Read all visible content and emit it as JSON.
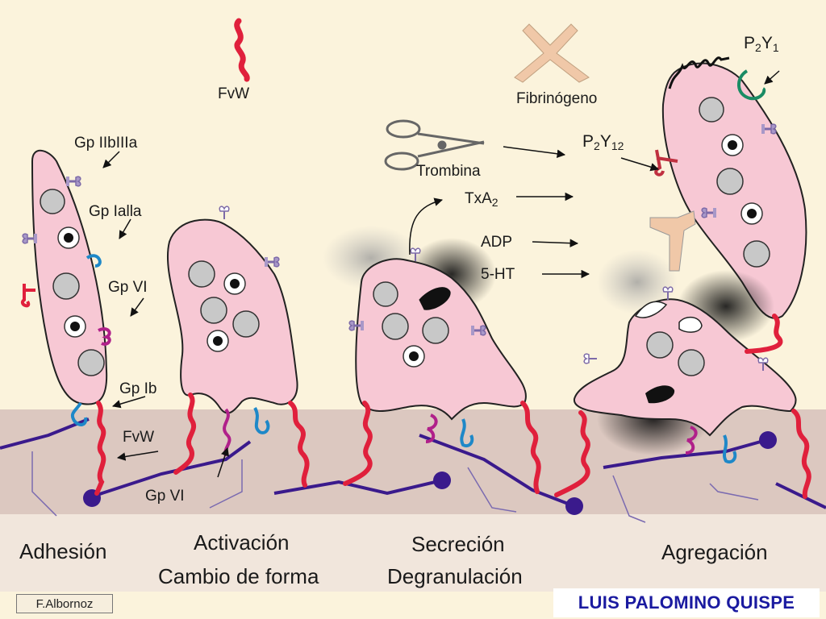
{
  "labels": {
    "gp_iibiiia": "Gp IIbIIIa",
    "gp_iaiia": "Gp Ialla",
    "gp_vi_top": "Gp VI",
    "gp_ib": "Gp Ib",
    "fvw_bottom": "FvW",
    "gp_vi_bottom": "Gp VI",
    "fvw_top": "FvW",
    "fibrinogeno": "Fibrinógeno",
    "p2y1_base": "P",
    "p2y1_sub": "2",
    "p2y1_tail": "Y",
    "p2y1_sub2": "1",
    "p2y12_base": "P",
    "p2y12_sub": "2",
    "p2y12_tail": "Y",
    "p2y12_sub2": "12",
    "trombina": "Trombina",
    "txa2_base": "TxA",
    "txa2_sub": "2",
    "adp": "ADP",
    "ht5": "5-HT"
  },
  "stages": {
    "adhesion": "Adhesión",
    "activacion_1": "Activación",
    "activacion_2": "Cambio de forma",
    "secrecion_1": "Secreción",
    "secrecion_2": "Degranulación",
    "agregacion": "Agregación"
  },
  "credits": {
    "illustrator": "F.Albornoz",
    "author": "LUIS PALOMINO QUISPE"
  },
  "colors": {
    "background": "#fbf3dc",
    "vessel_wall": "#dcc8c0",
    "platelet": "#f7c8d4",
    "granule": "#c8c8c8",
    "fvw": "#e0203c",
    "collagen": "#3a1a8c",
    "gp_ia": "#1e88c8",
    "gp_vi": "#b0208a",
    "gp_iib": "#a898c8",
    "p2y1": "#1a8c64",
    "fibrinogen": "#f0c8a8",
    "author_text": "#1a1aa0"
  }
}
